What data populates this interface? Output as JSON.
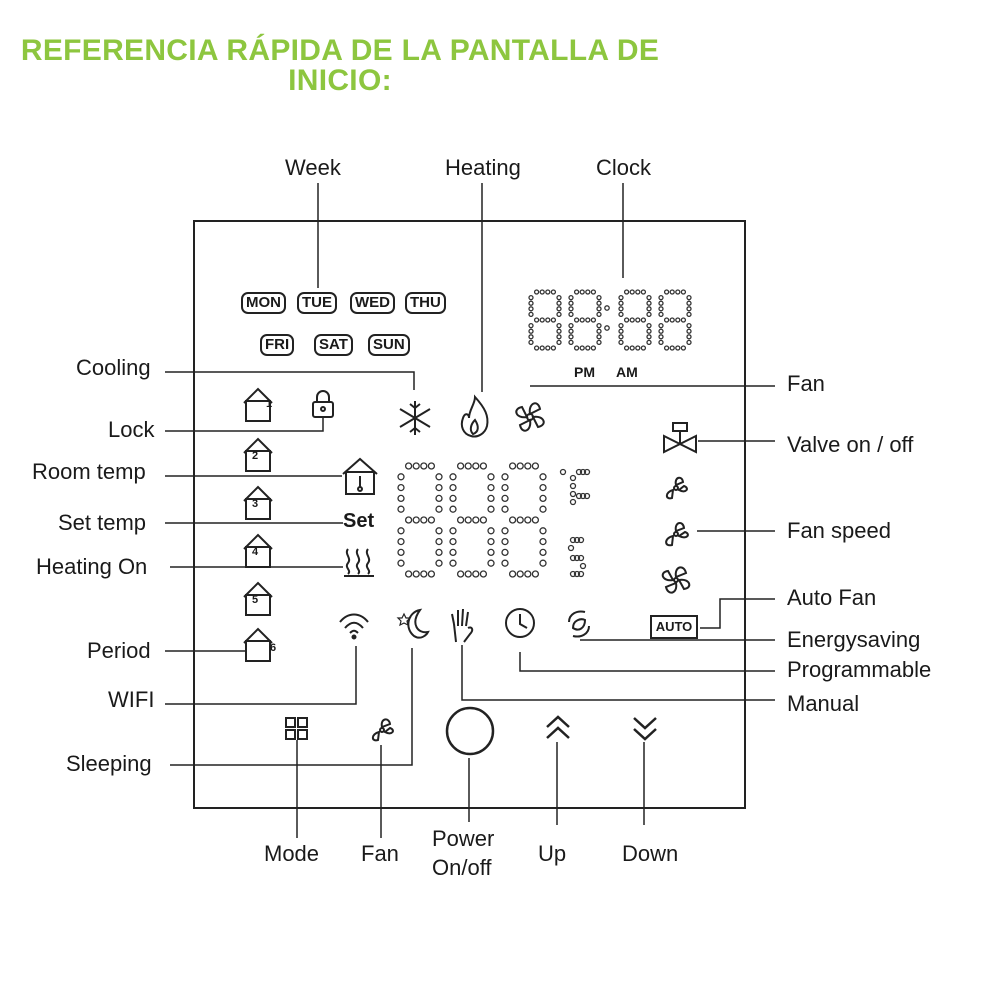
{
  "title": {
    "line1": "REFERENCIA RÁPIDA DE LA PANTALLA DE",
    "line2": "INICIO:",
    "color": "#8dc63f"
  },
  "labels": {
    "week": "Week",
    "heating": "Heating",
    "clock": "Clock",
    "cooling": "Cooling",
    "lock": "Lock",
    "room_temp": "Room temp",
    "set_temp": "Set temp",
    "heating_on": "Heating On",
    "period": "Period",
    "wifi": "WIFI",
    "sleeping": "Sleeping",
    "fan_top": "Fan",
    "valve": "Valve on / off",
    "fan_speed": "Fan speed",
    "auto_fan": "Auto Fan",
    "energysaving": "Energysaving",
    "programmable": "Programmable",
    "manual": "Manual",
    "mode": "Mode",
    "fan_bottom": "Fan",
    "power_line1": "Power",
    "power_line2": "On/off",
    "up": "Up",
    "down": "Down"
  },
  "display": {
    "days_row1": [
      "MON",
      "TUE",
      "WED",
      "THU"
    ],
    "days_row2": [
      "FRI",
      "SAT",
      "SUN"
    ],
    "pm": "PM",
    "am": "AM",
    "set": "Set",
    "auto": "AUTO",
    "unit_f": "°F",
    "period_numbers": [
      "1",
      "2",
      "3",
      "4",
      "5",
      "6"
    ]
  }
}
